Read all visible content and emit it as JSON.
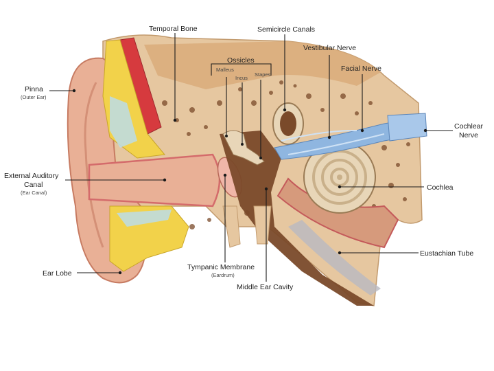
{
  "labels": {
    "temporal_bone": "Temporal Bone",
    "semicircle_canals": "Semicircle Canals",
    "vestibular_nerve": "Vestibular Nerve",
    "facial_nerve": "Facial Nerve",
    "cochlear_nerve_line1": "Cochlear",
    "cochlear_nerve_line2": "Nerve",
    "cochlea": "Cochlea",
    "eustachian_tube": "Eustachian Tube",
    "middle_ear_cavity": "Middle Ear Cavity",
    "tympanic_membrane": "Tympanic Membrane",
    "tympanic_membrane_sub": "(Eardrum)",
    "ear_lobe": "Ear Lobe",
    "external_auditory_canal_line1": "External Auditory",
    "external_auditory_canal_line2": "Canal",
    "external_auditory_canal_sub": "(Ear Canal)",
    "pinna": "Pinna",
    "pinna_sub": "(Outer Ear)",
    "ossicles": "Ossicles",
    "malleus": "Malleus",
    "incus": "Incus",
    "stapes": "Stapes"
  },
  "colors": {
    "bone": "#e6c7a0",
    "bone_dark": "#c29a6d",
    "skin": "#e9b096",
    "skin_dark": "#c77b62",
    "fat": "#f2d24a",
    "muscle": "#d63a3e",
    "nerve": "#8fb6e0",
    "cavity": "#7a4a2a",
    "background_panel": "#f7ecdc"
  }
}
